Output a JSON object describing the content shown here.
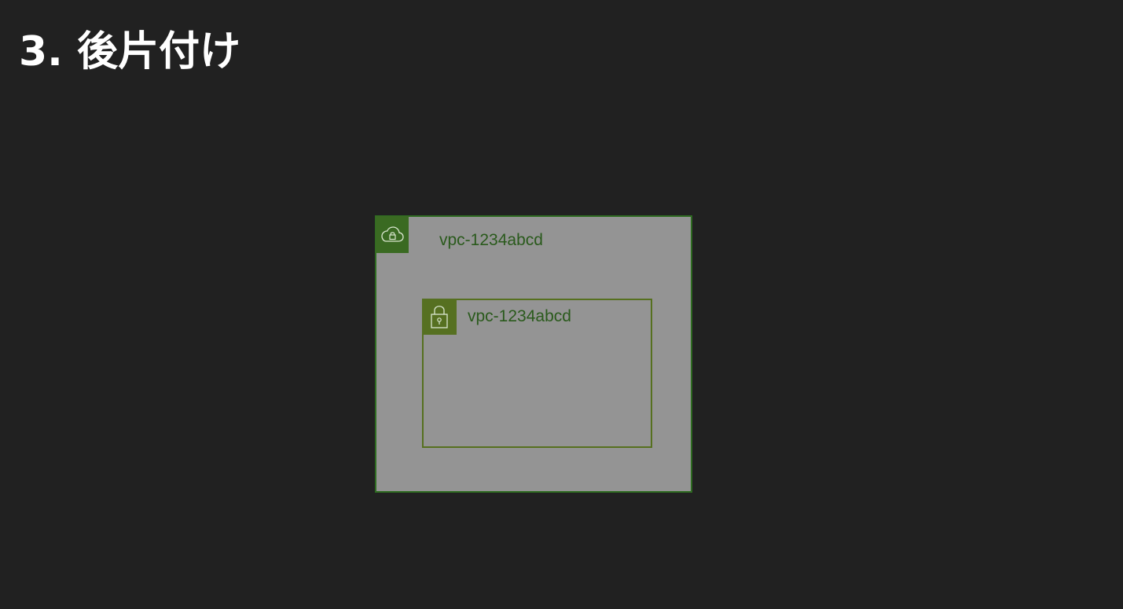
{
  "title": "3. 後片付け",
  "colors": {
    "background": "#212121",
    "title": "#ffffff",
    "vpc_fill": "#949494",
    "vpc_border": "#2e6b21",
    "vpc_icon_tile": "#3a6a22",
    "subnet_border": "#56701f",
    "subnet_icon_tile": "#567021",
    "label_text": "#2a5a1c"
  },
  "diagram": {
    "vpc": {
      "icon": "vpc-cloud-lock-icon",
      "label": "vpc-1234abcd",
      "subnet": {
        "icon": "private-subnet-lock-icon",
        "label": "vpc-1234abcd"
      }
    }
  }
}
